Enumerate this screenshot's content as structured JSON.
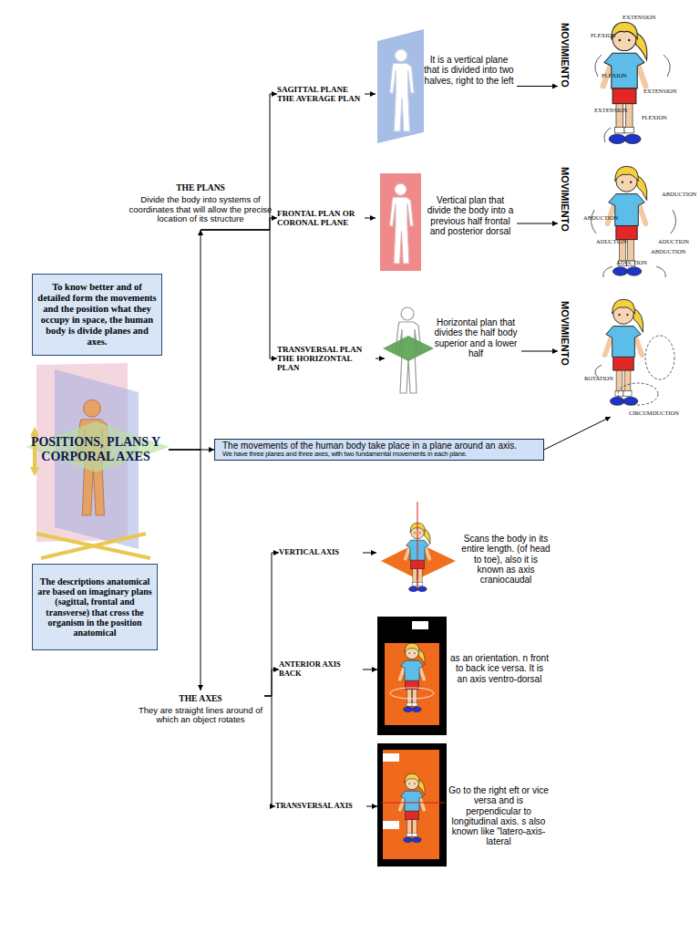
{
  "diagram": {
    "nodes": [
      {
        "text": [
          "To know better and of detailed form the movements and the position what they occupy in space, the human body is divide planes and axes."
        ]
      },
      {
        "text": [
          "POSITIONS, PLANS Y CORPORAL AXES"
        ]
      },
      {
        "text": [
          "The descriptions anatomical are based on imaginary plans (sagittal, frontal and transverse) that cross the organism in the position anatomical"
        ]
      },
      {
        "text": [
          "THE PLANS",
          "Divide the body into systems of coordinates that will allow the precise location of its structure"
        ]
      },
      {
        "text": [
          "SAGITTAL PLANE THE AVERAGE PLAN"
        ]
      },
      {
        "text": [
          "It is a vertical plane that is divided into two halves, right to the left"
        ]
      },
      {
        "text": [
          "MOVIMIENTO"
        ]
      },
      {
        "text": [
          "FRONTAL PLAN OR CORONAL PLANE"
        ]
      },
      {
        "text": [
          "Vertical plan that divide the body into a previous half frontal and posterior dorsal"
        ]
      },
      {
        "text": [
          "MOVIMIENTO"
        ]
      },
      {
        "text": [
          "TRANSVERSAL PLAN THE HORIZONTAL PLAN"
        ]
      },
      {
        "text": [
          "Horizontal plan that divides the half body superior and a lower half"
        ]
      },
      {
        "text": [
          "MOVIMIENTO"
        ]
      },
      {
        "text": [
          "The movements of the human body take place in a plane around an axis.",
          "We have three planes and three axes, with two fundamental movements in each plane."
        ]
      },
      {
        "text": [
          "THE AXES",
          "They are straight lines around of which an object rotates"
        ]
      },
      {
        "text": [
          "VERTICAL AXIS"
        ]
      },
      {
        "text": [
          "Scans the body in its entire length. (of head to toe), also it is known as axis craniocaudal"
        ]
      },
      {
        "text": [
          "ANTERIOR AXIS BACK"
        ]
      },
      {
        "text": [
          "as an orientation. n front to back ice versa. It is an axis ventro-dorsal"
        ]
      },
      {
        "text": [
          "TRANSVERSAL AXIS"
        ]
      },
      {
        "text": [
          "Go to the right eft or vice versa and is perpendicular to longitudinal axis. s also known like \"latero-axis- lateral"
        ]
      }
    ],
    "edges": [
      {
        "from": 1,
        "to": 3,
        "arrow": "to"
      },
      {
        "from": 1,
        "to": 13,
        "arrow": "to"
      },
      {
        "from": 1,
        "to": 14,
        "arrow": "to"
      },
      {
        "from": 3,
        "to": 4,
        "arrow": "to"
      },
      {
        "from": 3,
        "to": 7,
        "arrow": "to"
      },
      {
        "from": 3,
        "to": 10,
        "arrow": "to"
      },
      {
        "from": 4,
        "to": 5,
        "arrow": "to"
      },
      {
        "from": 5,
        "to": 6,
        "arrow": "to"
      },
      {
        "from": 7,
        "to": 8,
        "arrow": "to"
      },
      {
        "from": 8,
        "to": 9,
        "arrow": "to"
      },
      {
        "from": 10,
        "to": 11,
        "arrow": "to"
      },
      {
        "from": 11,
        "to": 12,
        "arrow": "to"
      },
      {
        "from": 13,
        "to": 12,
        "arrow": "to"
      },
      {
        "from": 14,
        "to": 15,
        "arrow": "to"
      },
      {
        "from": 14,
        "to": 17,
        "arrow": "to"
      },
      {
        "from": 14,
        "to": 19,
        "arrow": "to"
      },
      {
        "from": 15,
        "to": 16,
        "arrow": "to"
      },
      {
        "from": 17,
        "to": 18,
        "arrow": "to"
      },
      {
        "from": 19,
        "to": 20,
        "arrow": "to"
      }
    ],
    "labels": [
      "EXTENSION",
      "FLEXION",
      "FLEXION",
      "EXTENSION",
      "EXTENSION",
      "FLEXION",
      "ABDUCTION",
      "ABDUCTION",
      "ADUCTION",
      "ADUCTION",
      "ABDUCTION",
      "ADUCTION",
      "ROTATION",
      "CIRCUMDUCTION"
    ]
  }
}
